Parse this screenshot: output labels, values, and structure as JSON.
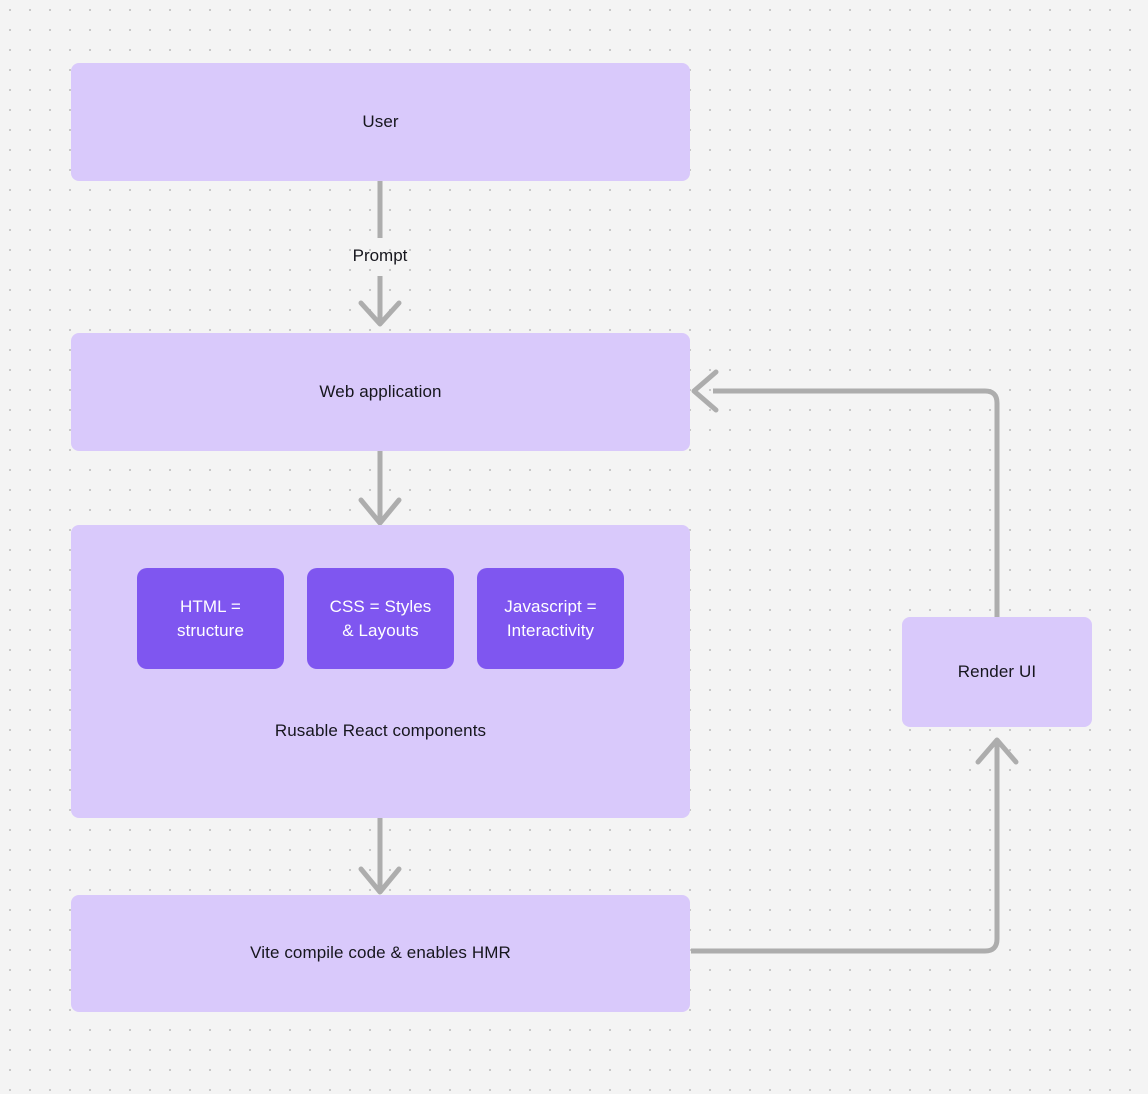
{
  "canvas": {
    "background_color": "#f4f4f4",
    "dot_color": "#c9c9c9",
    "node_fill": "#d9c9fb",
    "chip_fill": "#7f56f0",
    "edge_color": "#adadad",
    "text_color": "#16161d"
  },
  "nodes": {
    "user": {
      "label": "User"
    },
    "web_application": {
      "label": "Web application"
    },
    "components_group": {
      "caption": "Rusable React components",
      "chips": [
        {
          "label": "HTML =\nstructure"
        },
        {
          "label": "CSS = Styles\n& Layouts"
        },
        {
          "label": "Javascript =\nInteractivity"
        }
      ]
    },
    "vite": {
      "label": "Vite compile code & enables HMR"
    },
    "render_ui": {
      "label": "Render UI"
    }
  },
  "edges": [
    {
      "from": "user",
      "to": "web_application",
      "label": "Prompt"
    },
    {
      "from": "web_application",
      "to": "components_group",
      "label": ""
    },
    {
      "from": "components_group",
      "to": "vite",
      "label": ""
    },
    {
      "from": "vite",
      "to": "render_ui",
      "label": ""
    },
    {
      "from": "render_ui",
      "to": "web_application",
      "label": ""
    }
  ]
}
